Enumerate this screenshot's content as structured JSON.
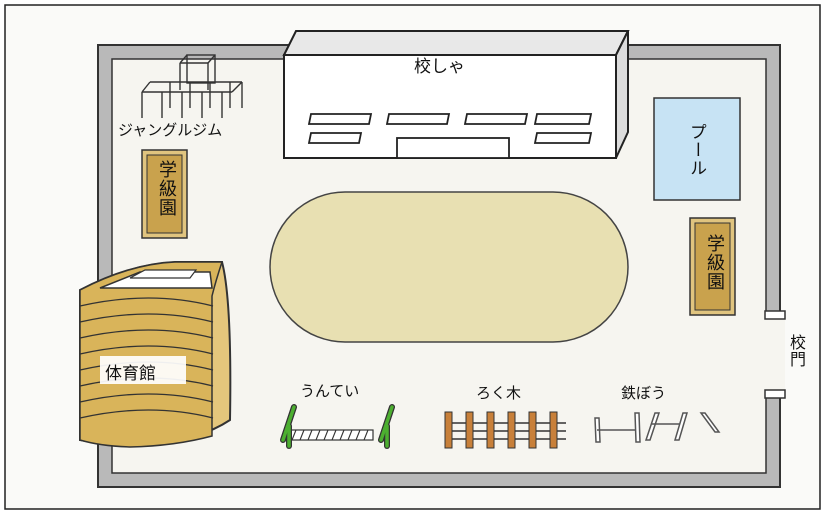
{
  "labels": {
    "school_building": "校しゃ",
    "pool": "プール",
    "jungle_gym": "ジャングルジム",
    "class_garden_left": "学級園",
    "class_garden_right": "学級園",
    "gymnasium": "体育館",
    "monkey_bars": "うんてい",
    "climbing_ladder": "ろく木",
    "iron_bars": "鉄ぼう",
    "school_gate": "校門"
  },
  "colors": {
    "wall": "#b5b5b5",
    "pool": "#c7e3f4",
    "field": "#e8e0b2",
    "garden": "#c9a24d",
    "gym_wall": "#d8b55f",
    "ladder": "#c8803a",
    "monkey_bar_posts": "#4caf30"
  }
}
